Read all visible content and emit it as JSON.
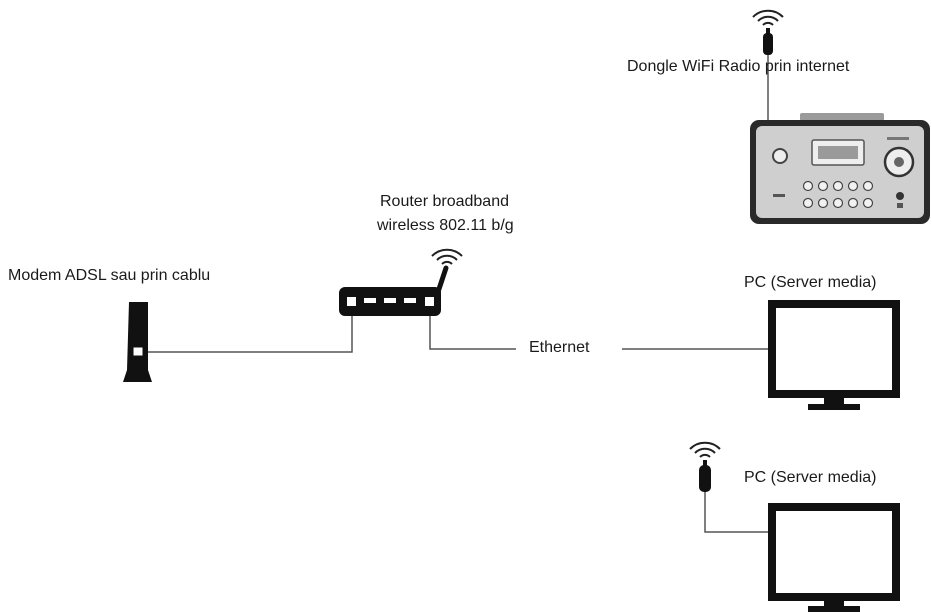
{
  "diagram": {
    "labels": {
      "dongle_radio": "Dongle WiFi Radio prin internet",
      "router_line1": "Router broadband",
      "router_line2": "wireless 802.11 b/g",
      "modem": "Modem ADSL sau prin cablu",
      "ethernet": "Ethernet",
      "pc_top": "PC (Server media)",
      "pc_bottom": "PC (Server media)"
    },
    "colors": {
      "line": "#555555",
      "device": "#111111",
      "radio_body": "#cfcfcf",
      "radio_frame": "#2a2a2a"
    },
    "icons": {
      "wireless": "wifi-signal-icon",
      "radio": "internet-radio-icon",
      "router": "router-icon",
      "modem": "modem-icon",
      "monitor": "monitor-icon",
      "usb": "usb-dongle-icon"
    }
  }
}
